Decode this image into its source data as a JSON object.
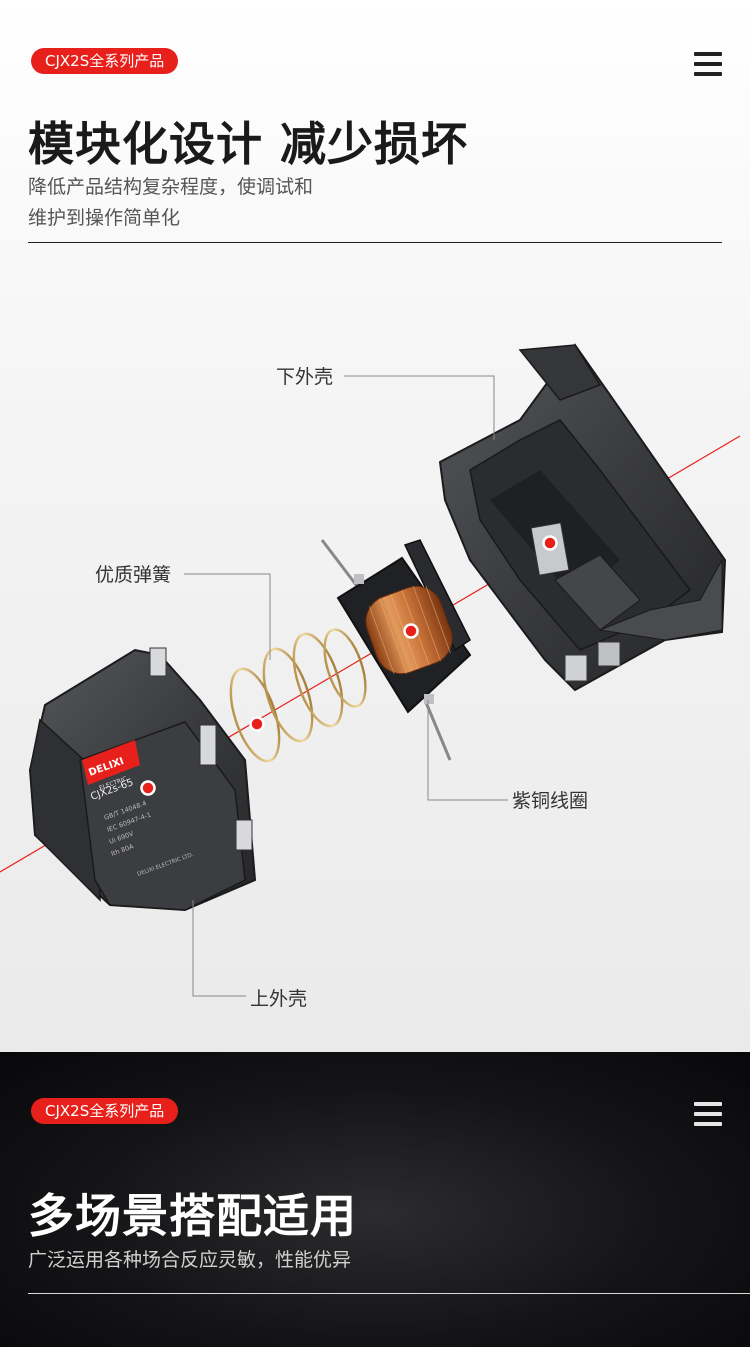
{
  "section1": {
    "badge": "CJX2S全系列产品",
    "title": "模块化设计 减少损坏",
    "subtitle_line1": "降低产品结构复杂程度，使调试和",
    "subtitle_line2": "维护到操作简单化",
    "labels": {
      "lower_shell": "下外壳",
      "spring": "优质弹簧",
      "copper_coil": "紫铜线圈",
      "upper_shell": "上外壳"
    },
    "product": {
      "brand": "DELIXI",
      "brand_sub": "ELECTRIC",
      "model": "CJX2s-65",
      "spec_lines": [
        "GB/T 14048.4",
        "IEC 60947-4-1",
        "Ui 690V",
        "Ith 80A"
      ],
      "footer": "DELIXI ELECTRIC LTD."
    }
  },
  "section2": {
    "badge": "CJX2S全系列产品",
    "title": "多场景搭配适用",
    "subtitle": "广泛运用各种场合反应灵敏，性能优异"
  },
  "colors": {
    "accent_red": "#e8201b",
    "dark_bg": "#141416",
    "light_bg": "#f4f4f4",
    "shell": "#3a3b3e",
    "copper": "#c9733a"
  }
}
